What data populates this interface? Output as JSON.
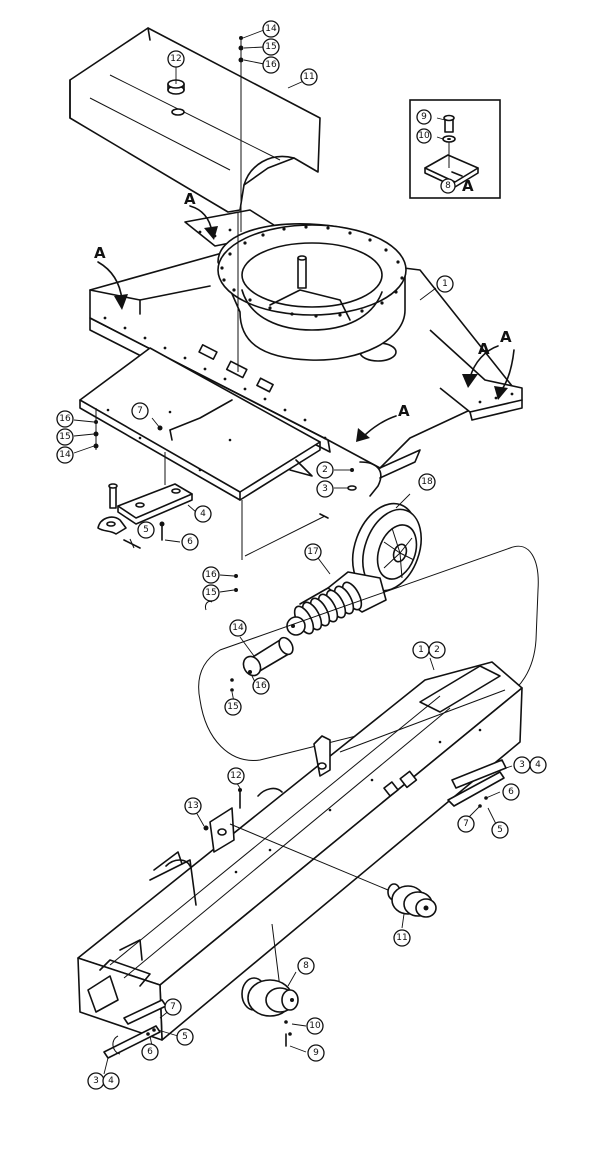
{
  "view_letter": "A",
  "callouts": {
    "upper_14": "14",
    "upper_15": "15",
    "upper_16": "16",
    "cover_11": "11",
    "plug_12": "12",
    "detail_9": "9",
    "detail_10": "10",
    "detail_8": "8",
    "frame_1": "1",
    "left_16": "16",
    "left_15": "15",
    "left_14": "14",
    "bolt_7": "7",
    "plate_4": "4",
    "clip_5": "5",
    "screw_6": "6",
    "pin_2": "2",
    "pin_3": "3",
    "idler_18": "18",
    "spring_17": "17",
    "mid_16": "16",
    "mid_15": "15",
    "cyl_14": "14",
    "cyl_16": "16",
    "cyl_15": "15",
    "rail_1": "1",
    "rail_2": "2",
    "guard_3": "3",
    "guard_4": "4",
    "guard_6": "6",
    "guard_7": "7",
    "guard_5": "5",
    "frame_12": "12",
    "frame_13": "13",
    "roller_11": "11",
    "roller_8": "8",
    "roller_10": "10",
    "roller_9": "9",
    "low_7": "7",
    "low_5": "5",
    "low_6": "6",
    "low_3": "3",
    "low_4": "4"
  }
}
